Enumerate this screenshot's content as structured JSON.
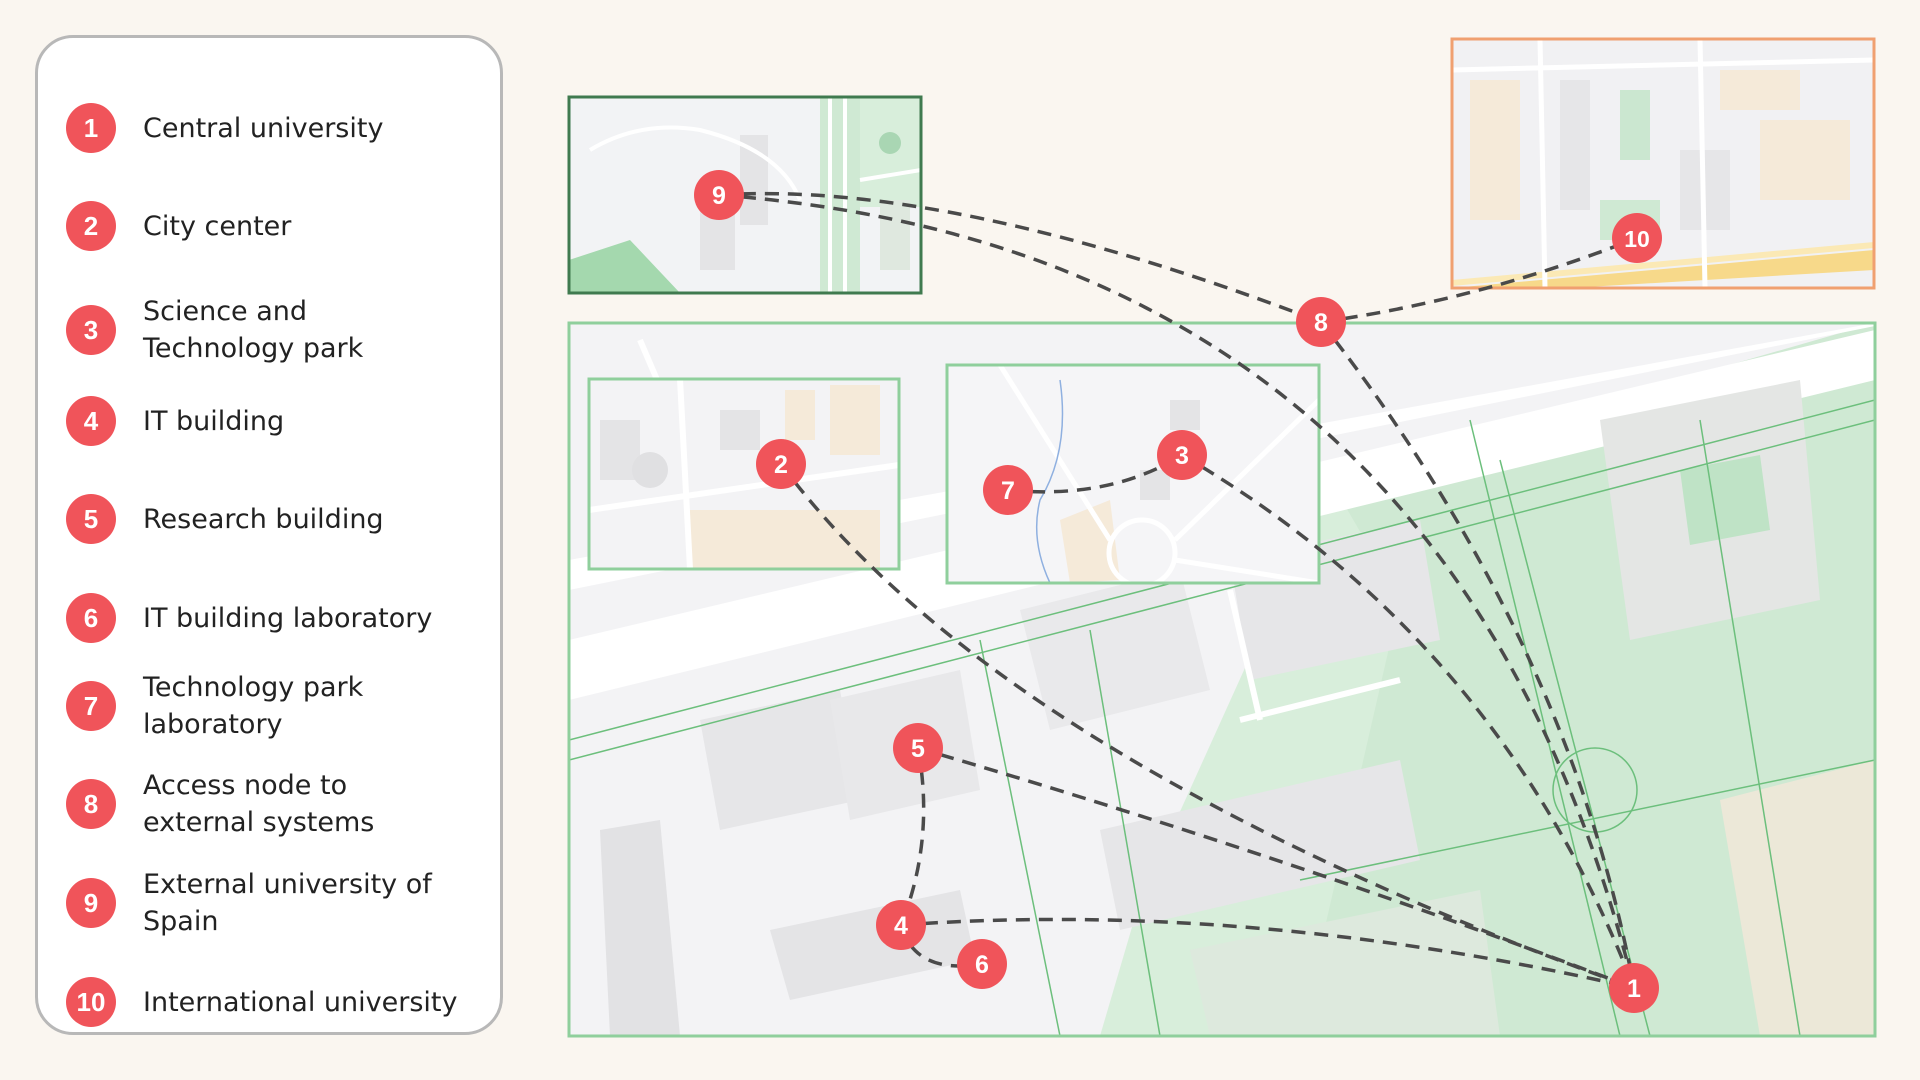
{
  "legend": {
    "items": [
      {
        "num": "1",
        "label": "Central university"
      },
      {
        "num": "2",
        "label": "City center"
      },
      {
        "num": "3",
        "label": "Science and Technology park"
      },
      {
        "num": "4",
        "label": "IT building"
      },
      {
        "num": "5",
        "label": "Research building"
      },
      {
        "num": "6",
        "label": "IT building laboratory"
      },
      {
        "num": "7",
        "label": "Technology park laboratory"
      },
      {
        "num": "8",
        "label": "Access node to external systems"
      },
      {
        "num": "9",
        "label": "External university of Spain"
      },
      {
        "num": "10",
        "label": "International university"
      }
    ]
  },
  "markers": {
    "m1": "1",
    "m2": "2",
    "m3": "3",
    "m4": "4",
    "m5": "5",
    "m6": "6",
    "m7": "7",
    "m8": "8",
    "m9": "9",
    "m10": "10"
  },
  "colors": {
    "marker": "#f0545a",
    "route": "#4a4a4a",
    "main_frame": "#8fcf9c",
    "inset_green_dark": "#3f7a4f",
    "inset_orange": "#f0a070",
    "park": "#cfe9d3",
    "background": "#faf6f0"
  }
}
